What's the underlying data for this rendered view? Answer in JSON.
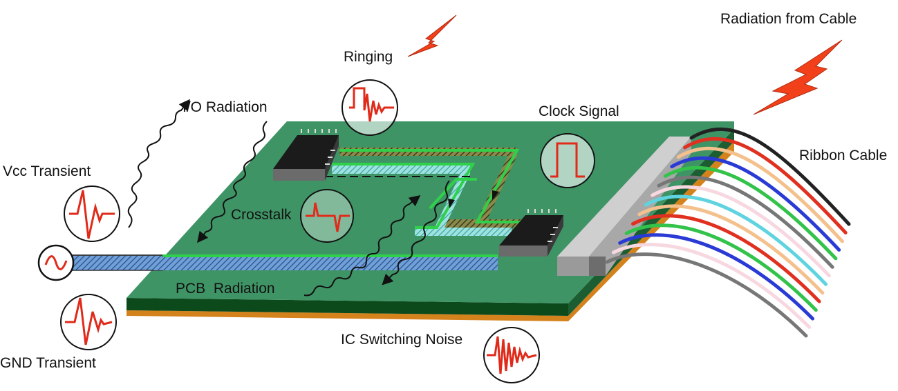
{
  "labels": {
    "radiation_from_cable": "Radiation from Cable",
    "ringing": "Ringing",
    "io_radiation": "I/O Radiation",
    "clock_signal": "Clock Signal",
    "ribbon_cable": "Ribbon Cable",
    "vcc_transient": "Vcc Transient",
    "crosstalk": "Crosstalk",
    "pcb_radiation": "PCB  Radiation",
    "ic_switching_noise": "IC Switching Noise",
    "gnd_transient": "GND Transient"
  },
  "colors": {
    "board_top": "#3f9466",
    "board_front": "#0c4a1c",
    "board_side": "#1d5d32",
    "board_bottom_layer": "#d4821c",
    "trace_green": "#2fd14a",
    "trace_cyan": "#5fd8d2",
    "waveform_red": "#e02a1a",
    "lightning_red": "#f2401a",
    "cable_colors": [
      "#222222",
      "#e03020",
      "#f4c08c",
      "#2a3ad4",
      "#33c34b",
      "#777777",
      "#f8d8e0",
      "#5fd4e0",
      "#f4c08c",
      "#e03020",
      "#33c34b",
      "#2a3ad4",
      "#f8d8e0",
      "#777777"
    ]
  },
  "icons": [
    "sine-source-icon",
    "lightning-icon",
    "ic-chip-icon",
    "waveform-icon"
  ]
}
